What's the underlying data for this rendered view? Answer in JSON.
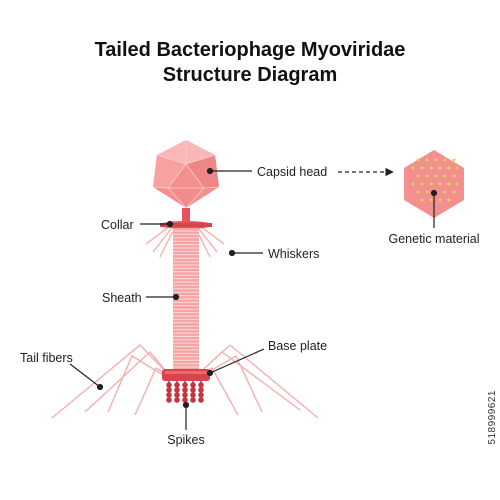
{
  "title": {
    "line1": "Tailed Bacteriophage Myoviridae",
    "line2": "Structure Diagram"
  },
  "labels": {
    "capsid_head": "Capsid head",
    "genetic_material": "Genetic material",
    "collar": "Collar",
    "whiskers": "Whiskers",
    "sheath": "Sheath",
    "base_plate": "Base plate",
    "tail_fibers": "Tail fibers",
    "spikes": "Spikes"
  },
  "watermark": "518999621",
  "colors": {
    "capsid": "#f48f8f",
    "capsid_light": "#f9b7b7",
    "sheath": "#f7a3a3",
    "collar": "#e8525a",
    "base_plate": "#d9434b",
    "spikes": "#c73440",
    "fibers": "#f3b0b0",
    "dna_dots": "#d8d84a"
  }
}
